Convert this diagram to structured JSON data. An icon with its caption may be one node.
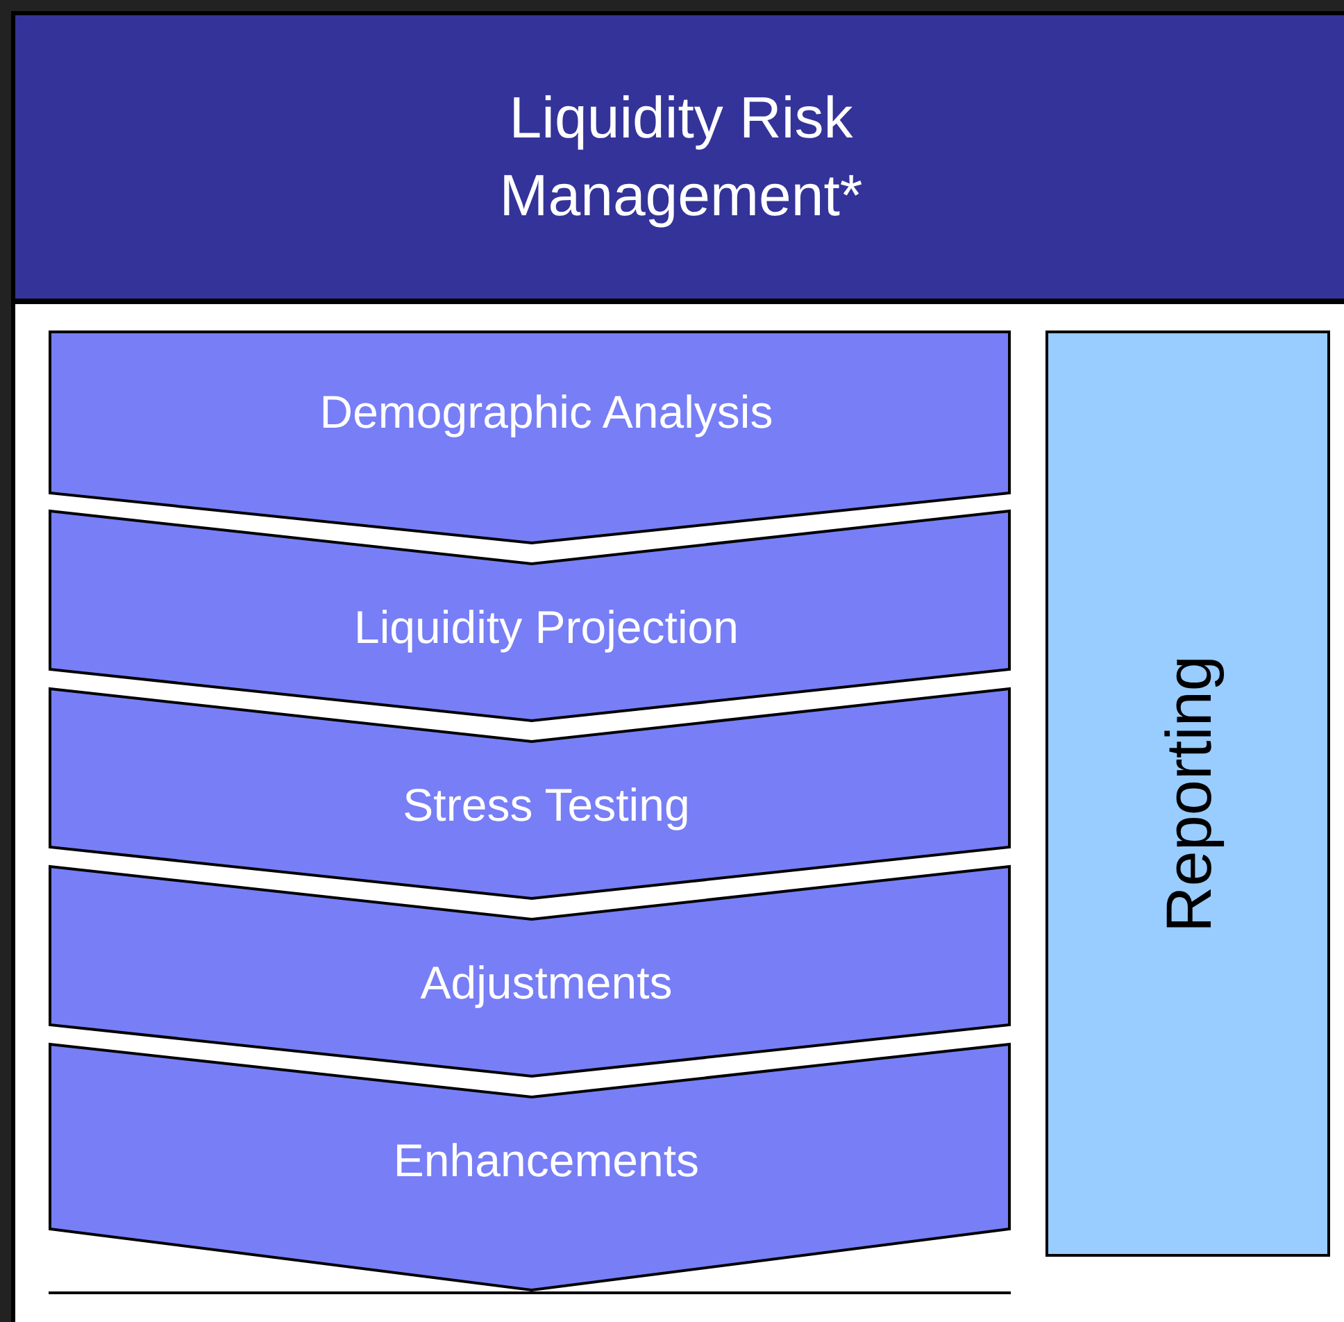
{
  "diagram": {
    "nodes": [
      {
        "text": [
          "Liquidity Risk Management*"
        ]
      },
      {
        "text": [
          "Demographic Analysis"
        ],
        "in": 0
      },
      {
        "text": [
          "Liquidity Projection"
        ],
        "in": 0
      },
      {
        "text": [
          "Stress Testing"
        ],
        "in": 0
      },
      {
        "text": [
          "Adjustments"
        ],
        "in": 0
      },
      {
        "text": [
          "Enhancements"
        ],
        "in": 0
      },
      {
        "text": [
          "Reporting"
        ],
        "in": 0
      }
    ],
    "edges": []
  }
}
